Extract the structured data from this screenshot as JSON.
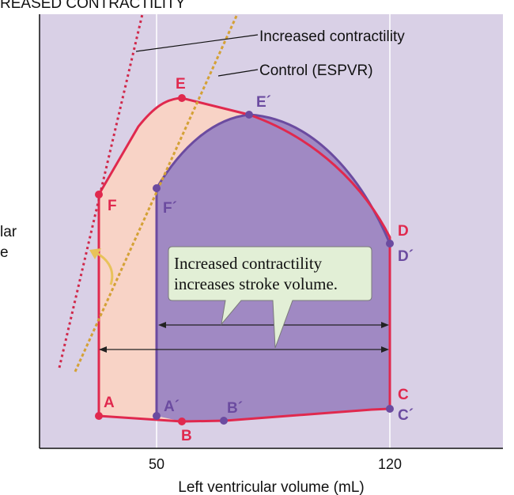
{
  "header_fragment": "REASED CONTRACTILITY",
  "y_axis_fragment": [
    "lar",
    "e"
  ],
  "x_axis": {
    "label": "Left ventricular volume (mL)",
    "ticks": [
      "50",
      "120"
    ]
  },
  "callouts": {
    "increased": "Increased contractility",
    "control": "Control (ESPVR)",
    "box_line1": "Increased contractility",
    "box_line2": "increases stroke volume."
  },
  "points": {
    "A": "A",
    "B": "B",
    "C": "C",
    "D": "D",
    "E": "E",
    "F": "F",
    "A2": "A´",
    "B2": "B´",
    "C2": "C´",
    "D2": "D´",
    "E2": "E´",
    "F2": "F´"
  },
  "colors": {
    "plot_bg": "#d9d0e6",
    "loop_control_fill": "#f8d3c6",
    "loop_increased_fill": "#a089c3",
    "red": "#e0294e",
    "purple": "#6b4ba0",
    "espvr_dotted": "#d4a136",
    "increased_dotted": "#d0284a",
    "callout_bg": "#e2efd6"
  }
}
